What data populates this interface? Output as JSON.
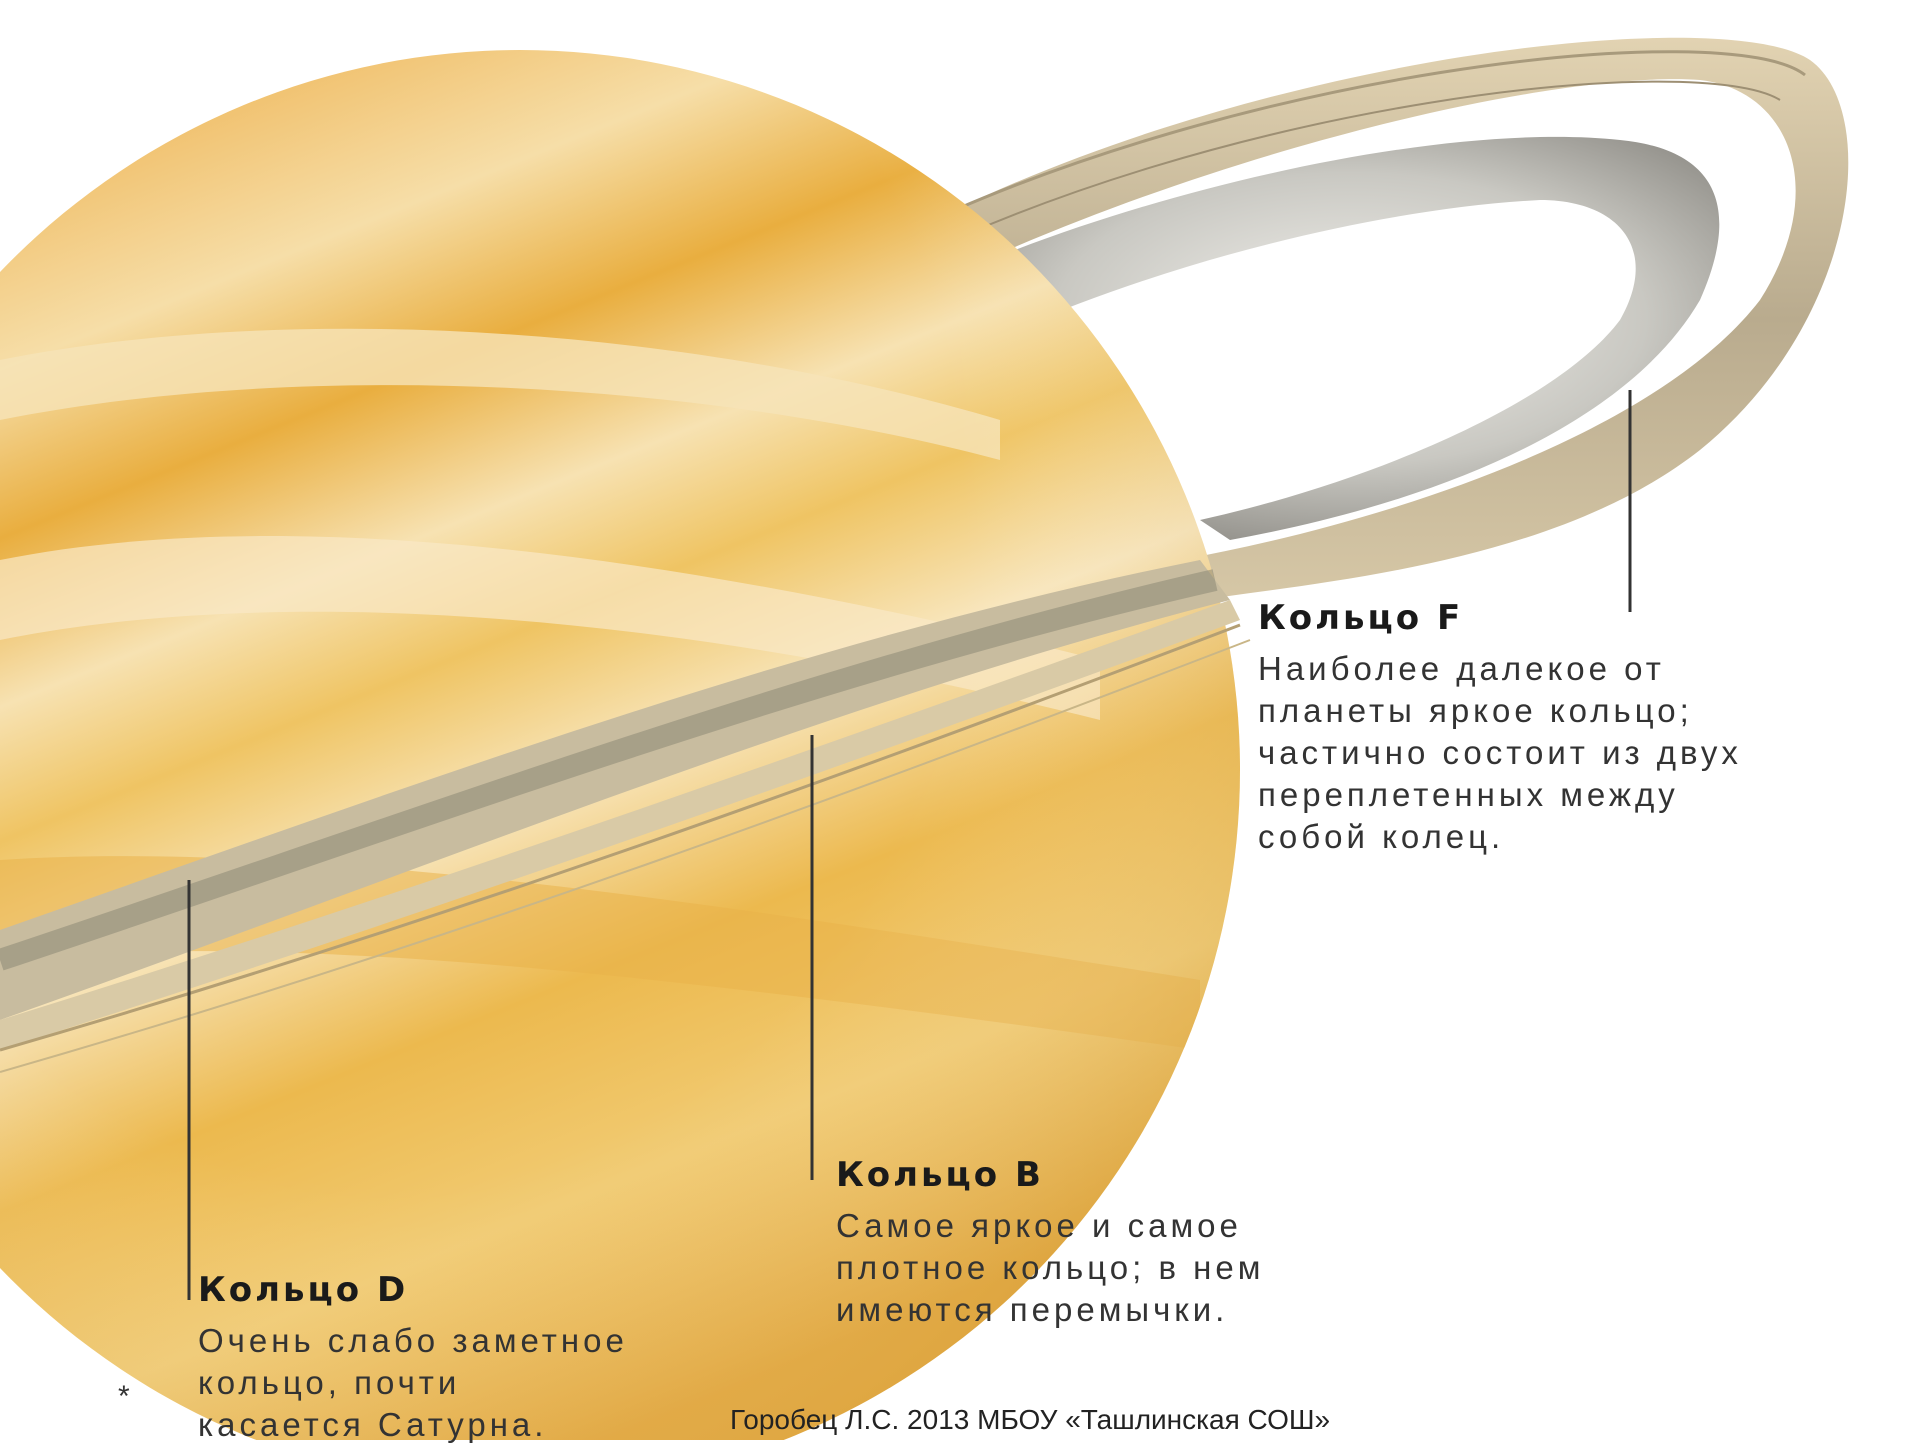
{
  "labels": {
    "ring_f": {
      "title": "Кольцо F",
      "lines": [
        "Наиболее далекое от",
        "планеты яркое кольцо;",
        "частично состоит из двух",
        "переплетенных между",
        "собой колец."
      ]
    },
    "ring_b": {
      "title": "Кольцо B",
      "lines": [
        "Самое яркое и самое",
        "плотное кольцо; в нем",
        "имеются перемычки."
      ]
    },
    "ring_d": {
      "title": "Кольцо D",
      "lines": [
        "Очень слабо заметное",
        "кольцо, почти",
        "касается Сатурна."
      ]
    }
  },
  "footer": "Горобец Л.С. 2013 МБОУ «Ташлинская СОШ»",
  "asterisk": "*",
  "colors": {
    "planet_light": "#f8e2b0",
    "planet_mid": "#efc56a",
    "planet_dark": "#e0a331",
    "ring_tan": "#cdb993",
    "ring_gray": "#a9a59c",
    "leader_line": "#333333"
  }
}
